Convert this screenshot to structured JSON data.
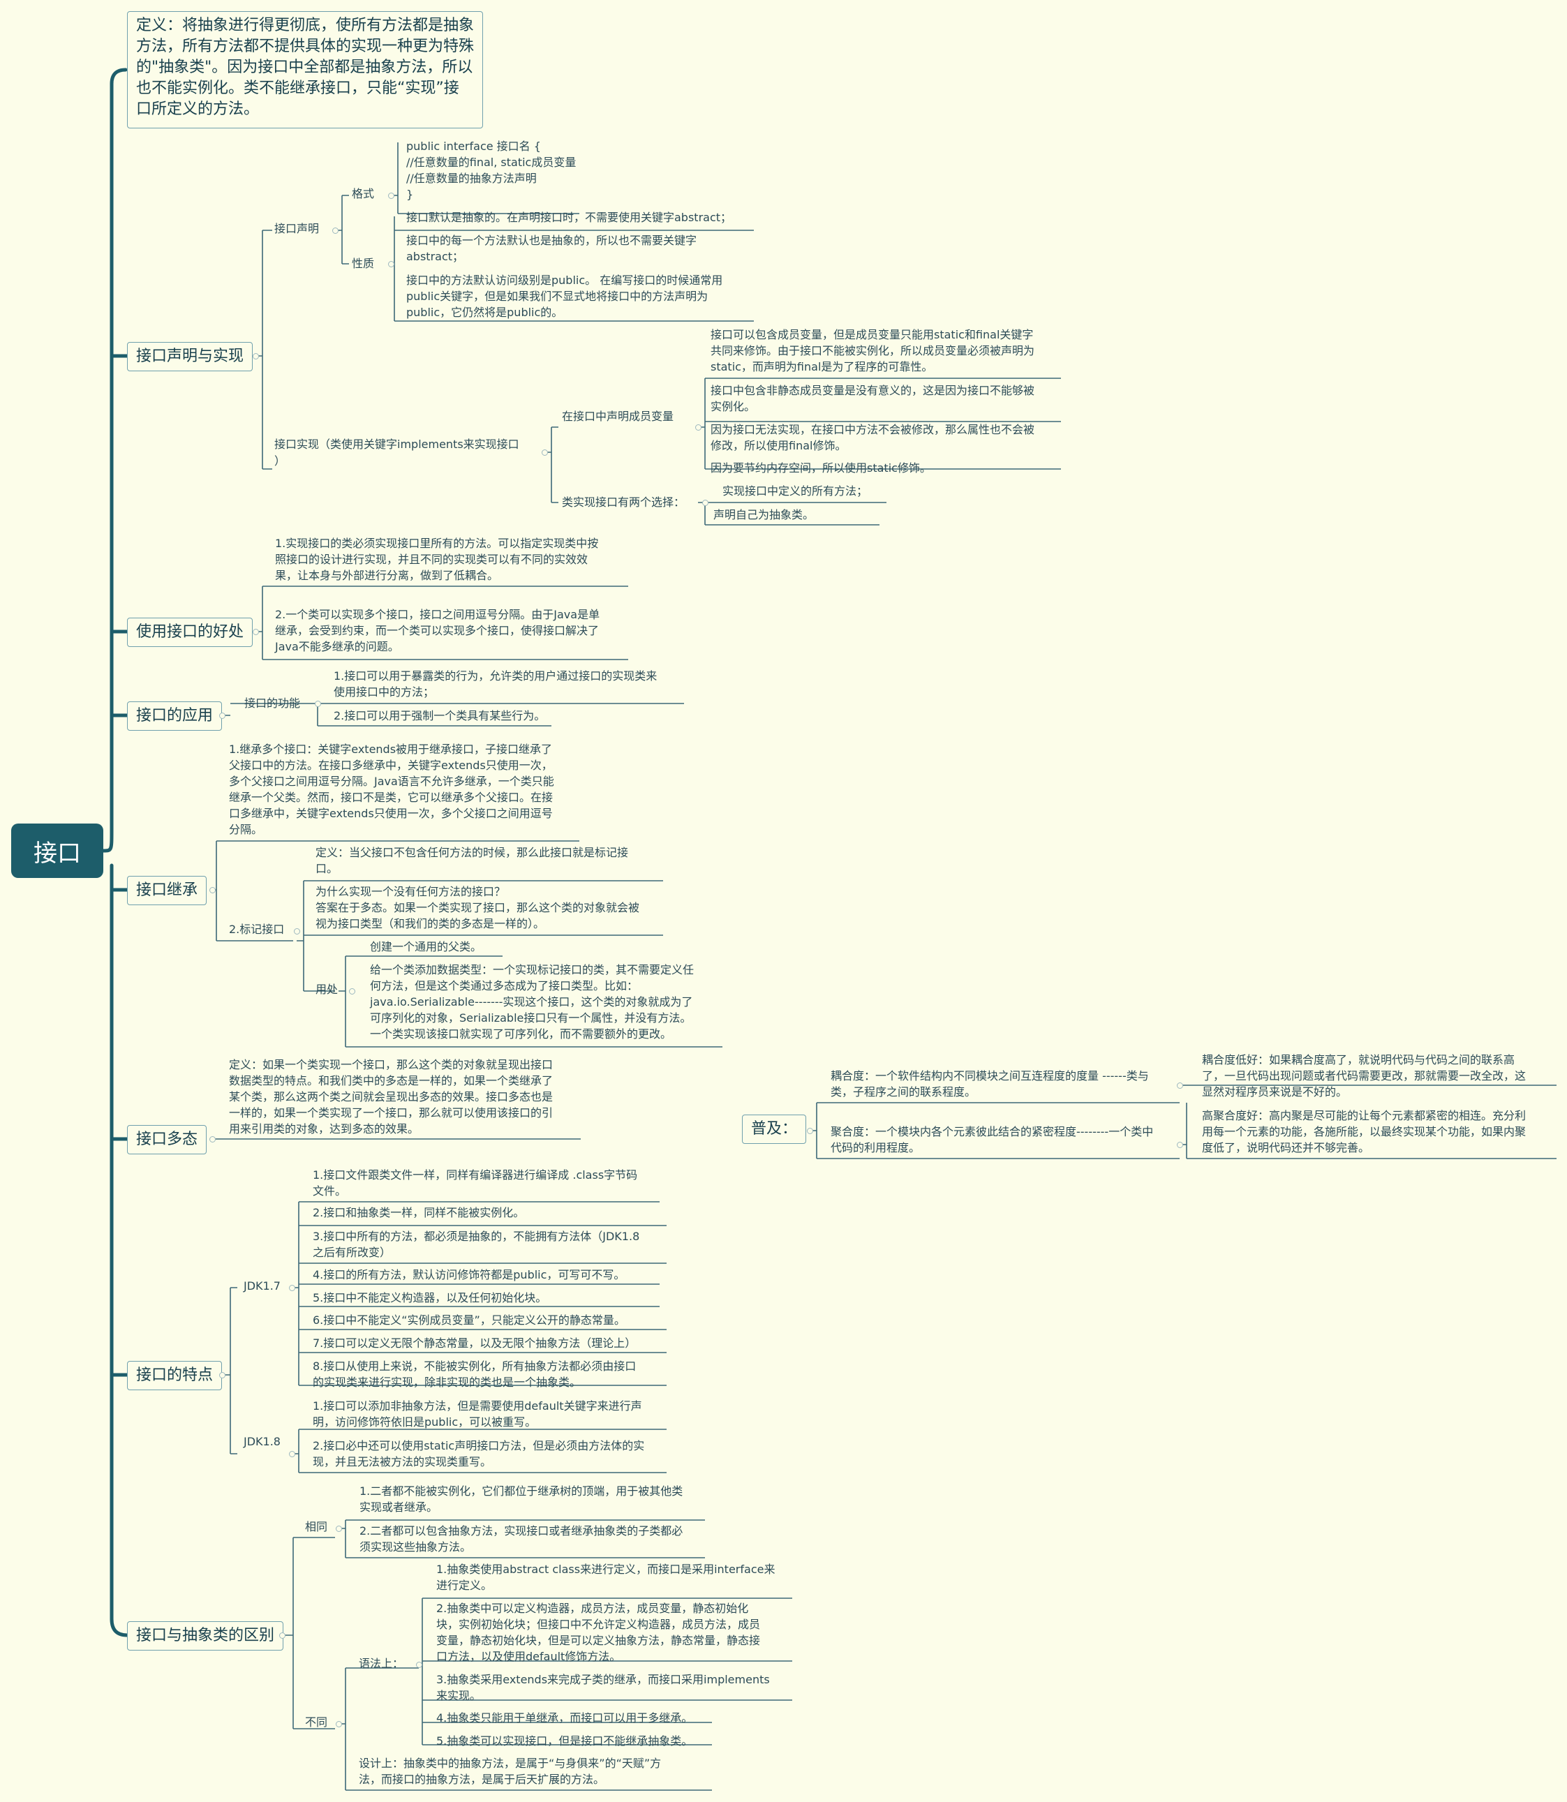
{
  "root": "接口",
  "definition": "定义：将抽象进行得更彻底，使所有方法都是抽象方法，所有方法都不提供具体的实现一种更为特殊的\"抽象类\"。因为接口中全部都是抽象方法，所以也不能实例化。类不能继承接口，只能“实现”接口所定义的方法。",
  "decl": {
    "title": "接口声明与实现",
    "declaration": "接口声明",
    "format_label": "格式",
    "format_text": "public interface 接口名 {\n//任意数量的final, static成员变量\n//任意数量的抽象方法声明\n}",
    "nature_label": "性质",
    "nature": [
      "接口默认是抽象的。在声明接口时，不需要使用关键字abstract；",
      "接口中的每一个方法默认也是抽象的，所以也不需要关键字\nabstract；",
      "接口中的方法默认访问级别是public。 在编写接口的时候通常用\npublic关键字，但是如果我们不显式地将接口中的方法声明为\npublic，它仍然将是public的。"
    ],
    "impl": "接口实现（类使用关键字implements来实现接口\n）",
    "member_label": "在接口中声明成员变量",
    "members": [
      "接口可以包含成员变量，但是成员变量只能用static和final关键字\n共同来修饰。由于接口不能被实例化，所以成员变量必须被声明为\nstatic，而声明为final是为了程序的可靠性。",
      "接口中包含非静态成员变量是没有意义的，这是因为接口不能够被\n实例化。",
      "因为接口无法实现，在接口中方法不会被修改，那么属性也不会被\n修改，所以使用final修饰。",
      "因为要节约内存空间，所以使用static修饰。"
    ],
    "choice_label": "类实现接口有两个选择：",
    "choices": [
      "实现接口中定义的所有方法；",
      "声明自己为抽象类。"
    ]
  },
  "benefit": {
    "title": "使用接口的好处",
    "items": [
      "1.实现接口的类必须实现接口里所有的方法。可以指定实现类中按\n照接口的设计进行实现，并且不同的实现类可以有不同的实效效\n果，让本身与外部进行分离，做到了低耦合。",
      "2.一个类可以实现多个接口，接口之间用逗号分隔。由于Java是单\n继承，会受到约束，而一个类可以实现多个接口，使得接口解决了\nJava不能多继承的问题。"
    ]
  },
  "app": {
    "title": "接口的应用",
    "func_label": "接口的功能",
    "items": [
      "1.接口可以用于暴露类的行为，允许类的用户通过接口的实现类来\n使用接口中的方法；",
      "2.接口可以用于强制一个类具有某些行为。"
    ]
  },
  "inherit": {
    "title": "接口继承",
    "multi": "1.继承多个接口：关键字extends被用于继承接口，子接口继承了\n父接口中的方法。在接口多继承中，关键字extends只使用一次，\n多个父接口之间用逗号分隔。Java语言不允许多继承，一个类只能\n继承一个父类。然而，接口不是类，它可以继承多个父接口。在接\n口多继承中，关键字extends只使用一次，多个父接口之间用逗号\n分隔。",
    "marker_label": "2.标记接口",
    "marker_def": "定义：当父接口不包含任何方法的时候，那么此接口就是标记接\n口。",
    "marker_why": "为什么实现一个没有任何方法的接口？\n答案在于多态。如果一个类实现了接口，那么这个类的对象就会被\n视为接口类型（和我们的类的多态是一样的）。",
    "use_label": "用处",
    "uses": [
      "创建一个通用的父类。",
      "给一个类添加数据类型：一个实现标记接口的类，其不需要定义任\n何方法，但是这个类通过多态成为了接口类型。比如：\njava.io.Serializable-------实现这个接口，这个类的对象就成为了\n可序列化的对象，Serializable接口只有一个属性，并没有方法。\n一个类实现该接口就实现了可序列化，而不需要额外的更改。"
    ]
  },
  "poly": {
    "title": "接口多态",
    "text": "定义：如果一个类实现一个接口，那么这个类的对象就呈现出接口\n数据类型的特点。和我们类中的多态是一样的，如果一个类继承了\n某个类，那么这两个类之间就会呈现出多态的效果。接口多态也是\n一样的，如果一个类实现了一个接口，那么就可以使用该接口的引\n用来引用类的对象，达到多态的效果。"
  },
  "feature": {
    "title": "接口的特点",
    "jdk17": "JDK1.7",
    "items17": [
      "1.接口文件跟类文件一样，同样有编译器进行编译成 .class字节码\n文件。",
      "2.接口和抽象类一样，同样不能被实例化。",
      "3.接口中所有的方法，都必须是抽象的，不能拥有方法体（JDK1.8\n之后有所改变）",
      "4.接口的所有方法，默认访问修饰符都是public，可写可不写。",
      "5.接口中不能定义构造器，以及任何初始化块。",
      "6.接口中不能定义“实例成员变量”，只能定义公开的静态常量。",
      "7.接口可以定义无限个静态常量，以及无限个抽象方法（理论上）",
      "8.接口从使用上来说，不能被实例化，所有抽象方法都必须由接口\n的实现类来进行实现，除非实现的类也是一个抽象类。"
    ],
    "jdk18": "JDK1.8",
    "items18": [
      "1.接口可以添加非抽象方法，但是需要使用default关键字来进行声\n明，访问修饰符依旧是public，可以被重写。",
      "2.接口必中还可以使用static声明接口方法，但是必须由方法体的实\n现，并且无法被方法的实现类重写。"
    ]
  },
  "diff": {
    "title": "接口与抽象类的区别",
    "same_label": "相同",
    "same": [
      "1.二者都不能被实例化，它们都位于继承树的顶端，用于被其他类\n实现或者继承。",
      "2.二者都可以包含抽象方法，实现接口或者继承抽象类的子类都必\n须实现这些抽象方法。"
    ],
    "differ_label": "不同",
    "syntax_label": "语法上：",
    "syntax": [
      "1.抽象类使用abstract class来进行定义，而接口是采用interface来\n进行定义。",
      "2.抽象类中可以定义构造器，成员方法，成员变量，静态初始化\n块，实例初始化块；但接口中不允许定义构造器，成员方法，成员\n变量，静态初始化块，但是可以定义抽象方法，静态常量，静态接\n口方法，以及使用default修饰方法。",
      "3.抽象类采用extends来完成子类的继承，而接口采用implements\n来实现。",
      "4.抽象类只能用于单继承，而接口可以用于多继承。",
      "5.抽象类可以实现接口，但是接口不能继承抽象类。"
    ],
    "design": "设计上：抽象类中的抽象方法，是属于“与身俱来”的“天赋”方\n法，而接口的抽象方法，是属于后天扩展的方法。"
  },
  "popular": {
    "title": "普及：",
    "coupling": "耦合度：一个软件结构内不同模块之间互连程度的度量 ------类与\n类，子程序之间的联系程度。",
    "coupling_detail": "耦合度低好：如果耦合度高了，就说明代码与代码之间的联系高\n了，一旦代码出现问题或者代码需要更改，那就需要一改全改，这\n显然对程序员来说是不好的。",
    "cohesion": "聚合度：一个模块内各个元素彼此结合的紧密程度--------一个类中\n代码的利用程度。",
    "cohesion_detail": "高聚合度好：高内聚是尽可能的让每个元素都紧密的相连。充分利\n用每一个元素的功能，各施所能，以最终实现某个功能，如果内聚\n度低了，说明代码还并不够完善。"
  }
}
